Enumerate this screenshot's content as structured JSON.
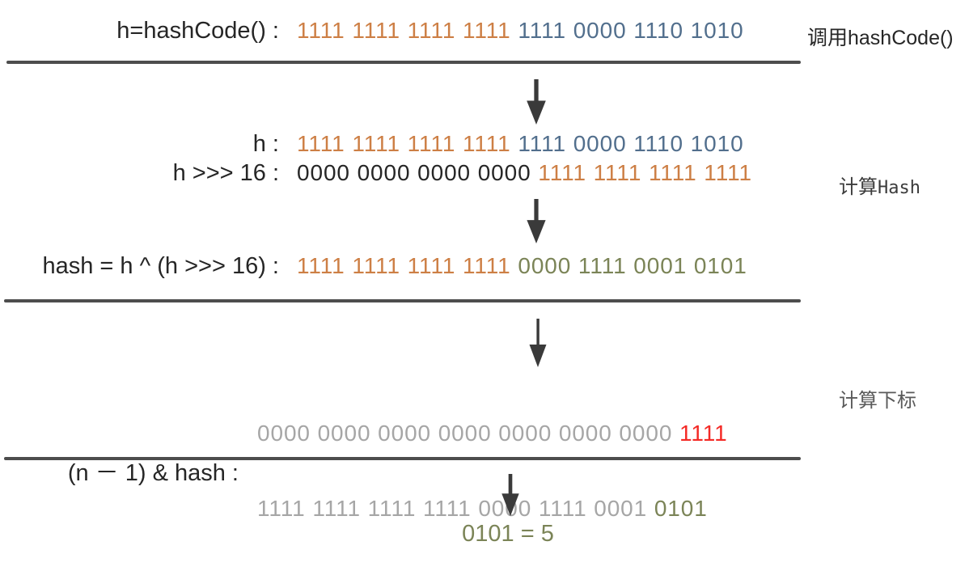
{
  "colors": {
    "orange": "#cd7f45",
    "blue": "#526f8d",
    "olive": "#7b8457",
    "gray": "#a6a6a6",
    "red": "#f42a26",
    "ink": "#262626",
    "label_gray": "#5a5a5a",
    "line": "#4d4d4d",
    "arrow": "#3a3a3a",
    "background": "#ffffff"
  },
  "rows": {
    "hashcode": {
      "label": "h=hashCode() :",
      "seg1": "1111 1111 1111 1111",
      "seg2": "1111 0000 1110 1010"
    },
    "h": {
      "label": "h :",
      "seg1": "1111 1111 1111 1111",
      "seg2": "1111 0000 1110 1010"
    },
    "h_shift": {
      "label": "h >>> 16 :",
      "seg1": "0000 0000 0000 0000",
      "seg2": "1111 1111 1111 1111"
    },
    "hash_xor": {
      "label": "hash = h ^ (h >>> 16) :",
      "seg1": "1111 1111 1111 1111",
      "seg2": "0000 1111 0001 0101"
    },
    "index_and": {
      "label": "(n － 1) & hash :",
      "mask_gray": "0000 0000 0000 0000 0000 0000 0000",
      "mask_red": "1111",
      "hash_gray": "1111 1111 1111 1111 0000 1111 0001",
      "hash_olive": "0101"
    },
    "result": "0101 = 5"
  },
  "side_labels": {
    "call_hashcode": "调用hashCode()",
    "compute_hash_cjk": "计算",
    "compute_hash_code": "Hash",
    "compute_index": "计算下标"
  }
}
